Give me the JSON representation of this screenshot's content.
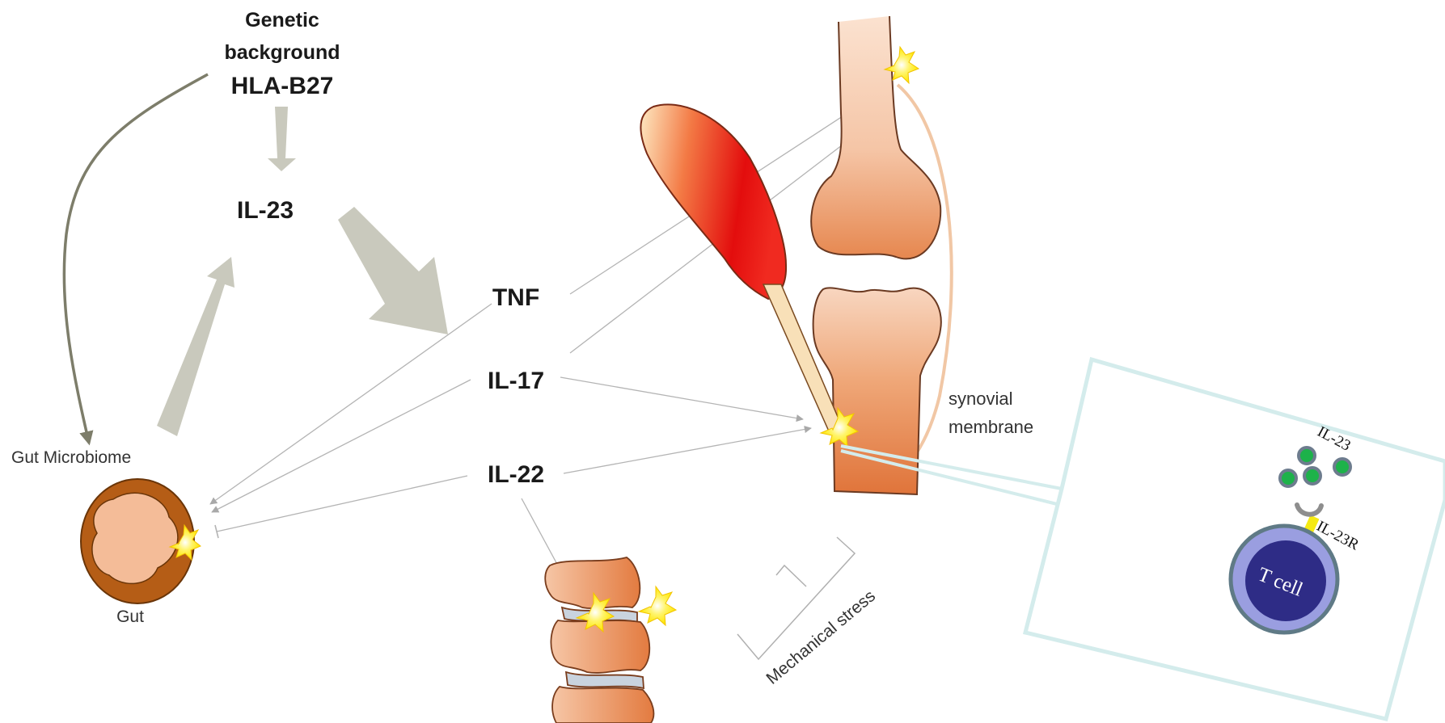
{
  "labels": {
    "genetic_line1": "Genetic",
    "genetic_line2": "background",
    "hla": "HLA-B27",
    "il23": "IL-23",
    "tnf": "TNF",
    "il17": "IL-17",
    "il22": "IL-22",
    "gut_microbiome": "Gut Microbiome",
    "gut": "Gut",
    "synovial_line1": "synovial",
    "synovial_line2": "membrane",
    "mechanical_stress": "Mechanical stress",
    "inset_il23": "IL-23",
    "inset_il23r": "IL-23R",
    "t_cell": "T cell"
  },
  "colors": {
    "big_arrow": "#c9c9bd",
    "curve_arrow": "#7d7d6a",
    "thin_arrow": "#b4b4b4",
    "bone_light": "#f5c9ac",
    "bone_dark": "#e07a3e",
    "muscle_red": "#e30d0d",
    "tendon": "#f8e0b8",
    "gut_ring": "#b55d16",
    "gut_inner": "#f4bc98",
    "inflammation": "#fff200",
    "inset_border": "#d4ecec",
    "tcell_outer": "#9a9ee0",
    "tcell_core": "#2e2c86",
    "cytokine_dot": "#1db24a",
    "receptor": "#f5ea12"
  }
}
